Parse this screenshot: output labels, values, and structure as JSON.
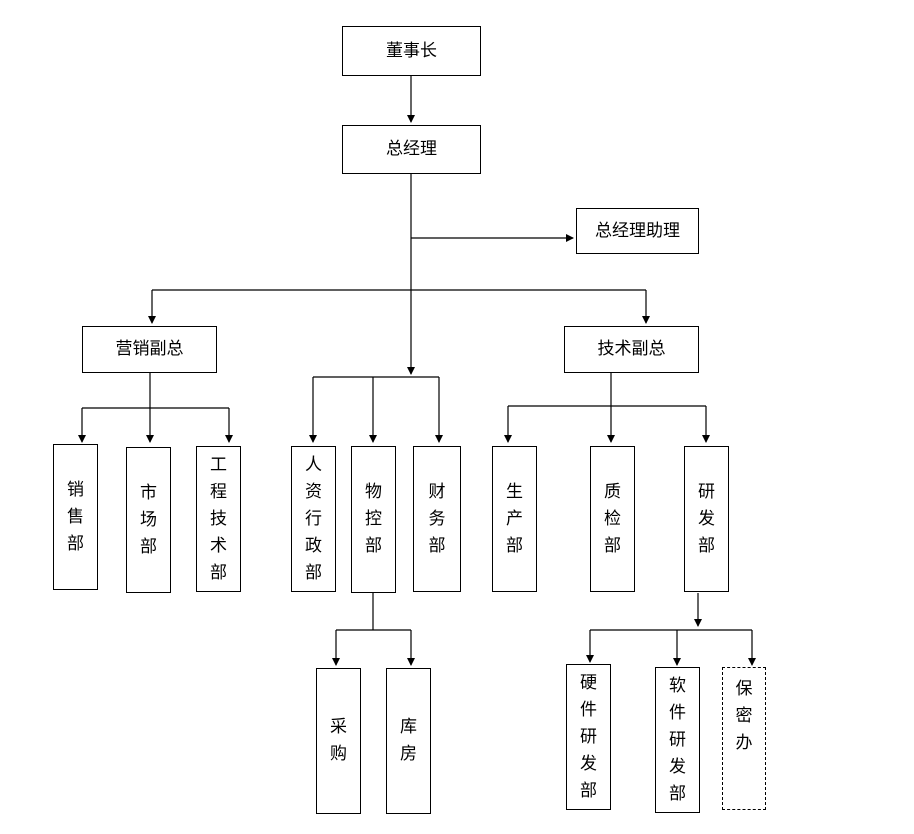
{
  "nodes": {
    "chairman": "董事长",
    "general_manager": "总经理",
    "gm_assistant": "总经理助理",
    "vp_marketing": "营销副总",
    "vp_technology": "技术副总",
    "sales_dept": "销售部",
    "market_dept": "市场部",
    "engineering_dept": "工程技术部",
    "hr_admin_dept": "人资行政部",
    "materials_dept": "物控部",
    "finance_dept": "财务部",
    "production_dept": "生产部",
    "quality_dept": "质检部",
    "rnd_dept": "研发部",
    "purchasing": "采购",
    "warehouse": "库房",
    "hardware_rnd": "硬件研发部",
    "software_rnd": "软件研发部",
    "security_office": "保密办"
  },
  "styles": {
    "line_color": "#000000",
    "box_border": "#000000",
    "box_fill": "#ffffff"
  }
}
